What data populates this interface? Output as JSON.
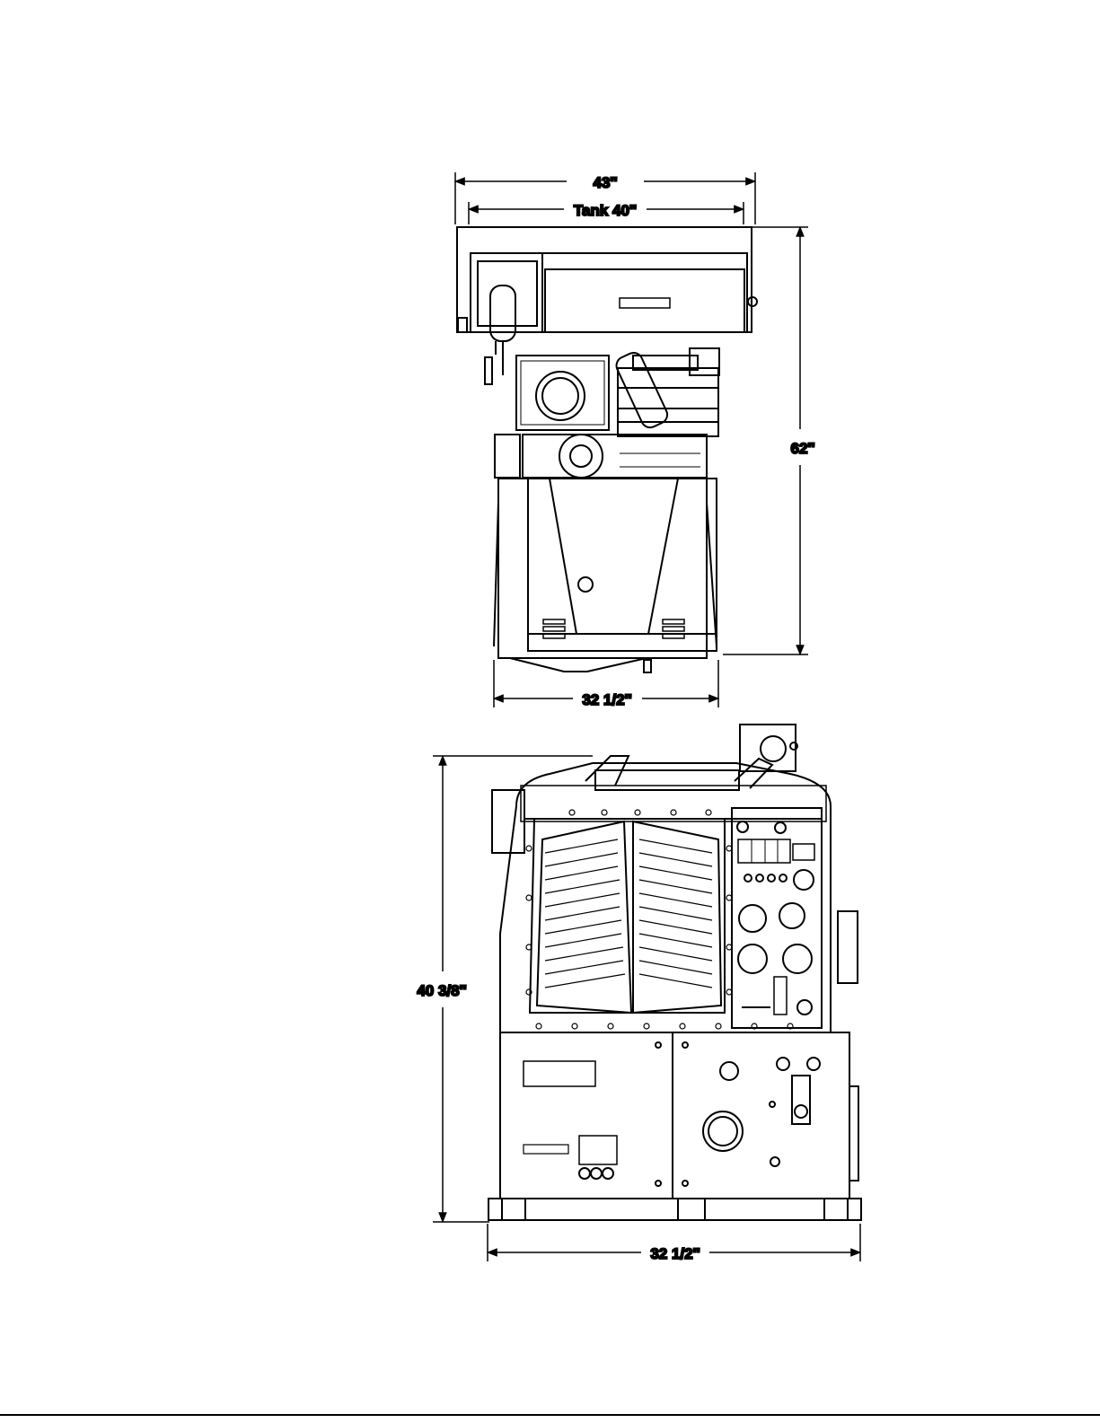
{
  "colors": {
    "ink": "#000000",
    "paper": "#ffffff"
  },
  "dimensions": {
    "overall_width": "43''",
    "tank_width": "Tank 40''",
    "overall_length": "62''",
    "top_view_base_width": "32 1/2''",
    "front_height": "40 3/8''",
    "front_view_base_width": "32 1/2''"
  }
}
